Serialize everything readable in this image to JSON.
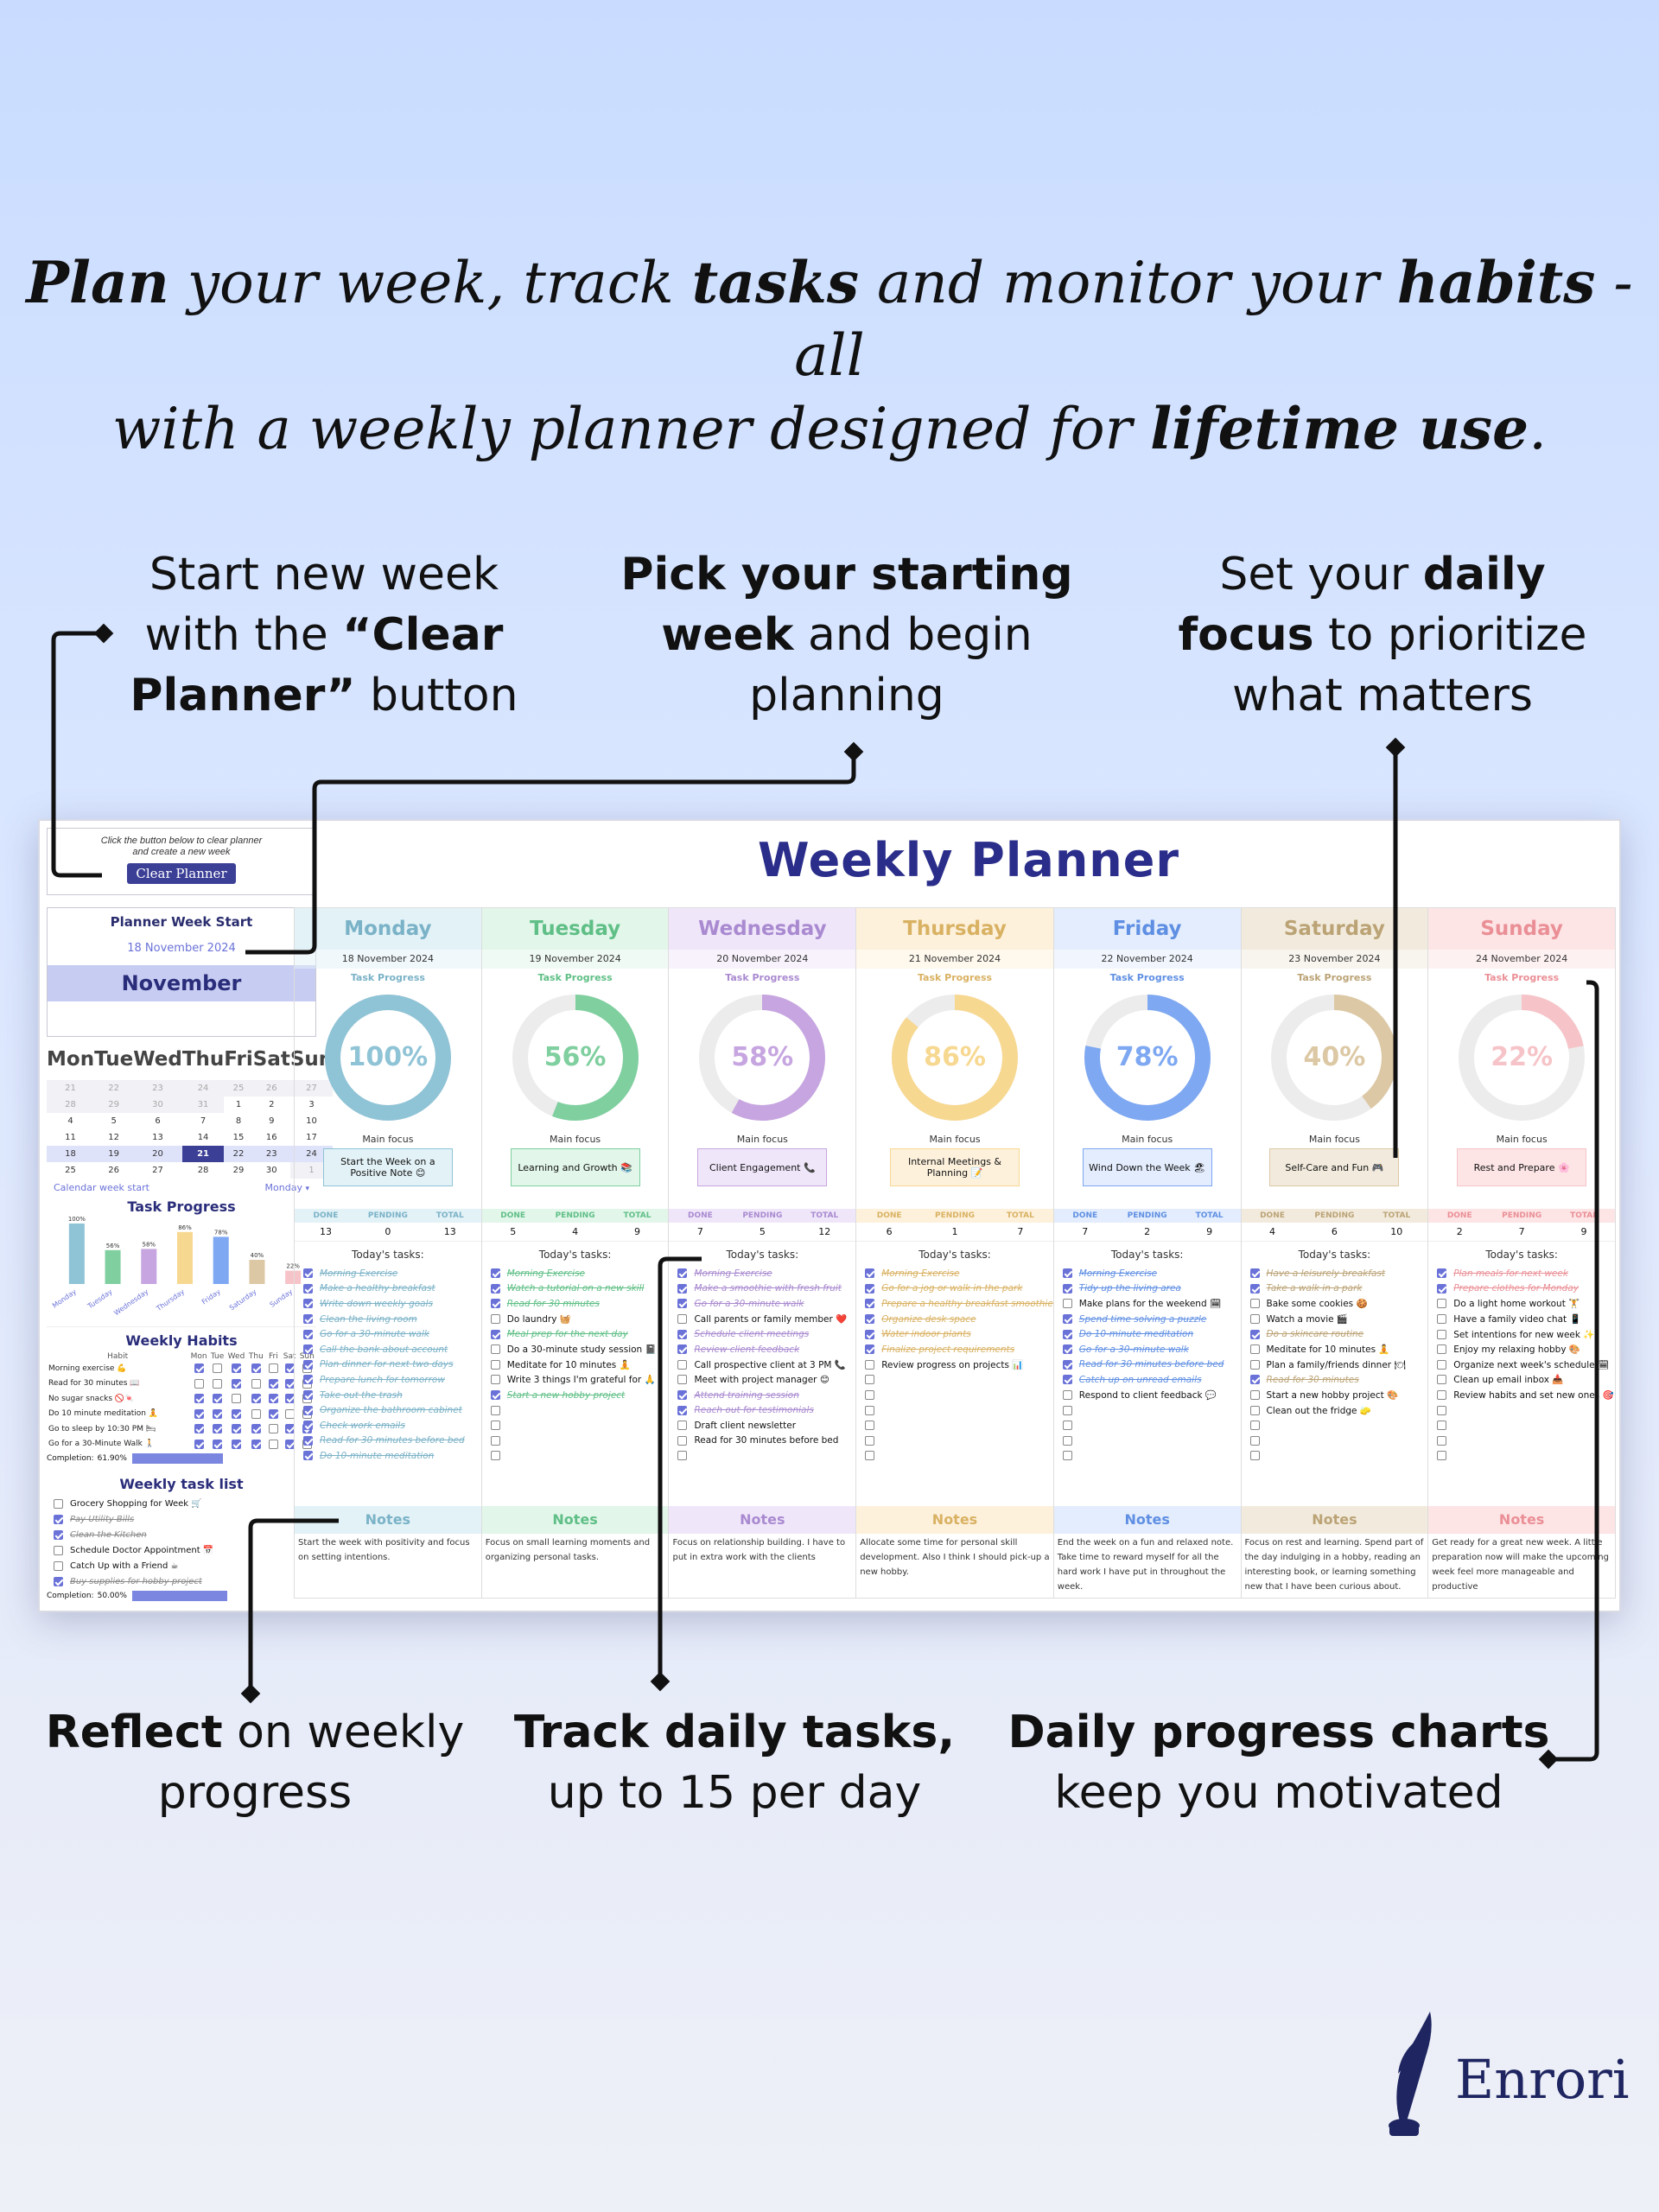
{
  "headline": {
    "line1": [
      {
        "t": "Plan",
        "b": true
      },
      {
        "t": " your week, track ",
        "b": false
      },
      {
        "t": "tasks",
        "b": true
      },
      {
        "t": " and monitor your ",
        "b": false
      },
      {
        "t": "habits",
        "b": true
      },
      {
        "t": " - all",
        "b": false
      }
    ],
    "line2": [
      {
        "t": "with a weekly planner designed for ",
        "b": false
      },
      {
        "t": "lifetime use",
        "b": true
      },
      {
        "t": ".",
        "b": false
      }
    ]
  },
  "callouts": {
    "clear": [
      [
        {
          "t": "Start new week",
          "b": false
        }
      ],
      [
        {
          "t": "with the ",
          "b": false
        },
        {
          "t": "“Clear",
          "b": true
        }
      ],
      [
        {
          "t": "Planner”",
          "b": true
        },
        {
          "t": " button",
          "b": false
        }
      ]
    ],
    "pick": [
      [
        {
          "t": "Pick your starting",
          "b": true
        }
      ],
      [
        {
          "t": "week",
          "b": true
        },
        {
          "t": " and begin",
          "b": false
        }
      ],
      [
        {
          "t": "planning",
          "b": false
        }
      ]
    ],
    "focus": [
      [
        {
          "t": "Set your ",
          "b": false
        },
        {
          "t": "daily",
          "b": true
        }
      ],
      [
        {
          "t": "focus",
          "b": true
        },
        {
          "t": " to prioritize",
          "b": false
        }
      ],
      [
        {
          "t": "what matters",
          "b": false
        }
      ]
    ],
    "reflect": [
      [
        {
          "t": "Reflect",
          "b": true
        },
        {
          "t": " on weekly",
          "b": false
        }
      ],
      [
        {
          "t": "progress",
          "b": false
        }
      ]
    ],
    "track": [
      [
        {
          "t": "Track daily tasks,",
          "b": true
        }
      ],
      [
        {
          "t": "up to 15 per day",
          "b": false
        }
      ]
    ],
    "charts": [
      [
        {
          "t": "Daily progress charts",
          "b": true
        }
      ],
      [
        {
          "t": "keep you motivated",
          "b": false
        }
      ]
    ]
  },
  "planner": {
    "title": "Weekly Planner",
    "clear_hint_1": "Click the button below to clear planner",
    "clear_hint_2": "and create a new week",
    "clear_button": "Clear Planner",
    "week_start_label": "Planner Week Start",
    "week_start_date": "18 November 2024",
    "month": "November",
    "cal_days": [
      "Mon",
      "Tue",
      "Wed",
      "Thu",
      "Fri",
      "Sat",
      "Sun"
    ],
    "cal_rows": [
      [
        "21",
        "22",
        "23",
        "24",
        "25",
        "26",
        "27"
      ],
      [
        "28",
        "29",
        "30",
        "31",
        "1",
        "2",
        "3"
      ],
      [
        "4",
        "5",
        "6",
        "7",
        "8",
        "9",
        "10"
      ],
      [
        "11",
        "12",
        "13",
        "14",
        "15",
        "16",
        "17"
      ],
      [
        "18",
        "19",
        "20",
        "21",
        "22",
        "23",
        "24"
      ],
      [
        "25",
        "26",
        "27",
        "28",
        "29",
        "30",
        "1"
      ]
    ],
    "cal_week_start_label": "Calendar week start",
    "cal_week_start_value": "Monday",
    "task_progress_label": "Task Progress",
    "habits_label": "Weekly Habits",
    "habit_col": "Habit",
    "habit_days": [
      "Mon",
      "Tue",
      "Wed",
      "Thu",
      "Fri",
      "Sat",
      "Sun"
    ],
    "habits": [
      {
        "name": "Morning exercise 💪",
        "v": [
          1,
          0,
          1,
          1,
          0,
          1,
          0
        ]
      },
      {
        "name": "Read for 30 minutes 📖",
        "v": [
          0,
          0,
          1,
          0,
          1,
          1,
          0
        ]
      },
      {
        "name": "No sugar snacks 🚫🍬",
        "v": [
          1,
          1,
          0,
          1,
          1,
          1,
          0
        ]
      },
      {
        "name": "Do 10 minute meditation 🧘",
        "v": [
          1,
          1,
          1,
          0,
          1,
          0,
          0
        ]
      },
      {
        "name": "Go to sleep by 10:30 PM 🛏",
        "v": [
          1,
          1,
          1,
          1,
          0,
          1,
          1
        ]
      },
      {
        "name": "Go for a 30-Minute Walk 🚶",
        "v": [
          1,
          1,
          1,
          1,
          0,
          1,
          0
        ]
      }
    ],
    "habits_completion_label": "Completion:",
    "habits_completion": "61.90%",
    "habits_completion_frac": 0.619,
    "weekly_tasks_label": "Weekly task list",
    "weekly_tasks": [
      {
        "t": "Grocery Shopping for Week 🛒",
        "d": false
      },
      {
        "t": "Pay Utility Bills",
        "d": true
      },
      {
        "t": "Clean the Kitchen",
        "d": true
      },
      {
        "t": "Schedule Doctor Appointment 📅",
        "d": false
      },
      {
        "t": "Catch Up with a Friend ☕",
        "d": false
      },
      {
        "t": "Buy supplies for hobby project",
        "d": true
      }
    ],
    "tasks_completion_label": "Completion:",
    "tasks_completion": "50.00%",
    "tasks_completion_frac": 0.5,
    "labels": {
      "task_progress": "Task Progress",
      "main_focus": "Main focus",
      "done": "DONE",
      "pending": "PENDING",
      "total": "TOTAL",
      "todays_tasks": "Today's tasks:",
      "notes": "Notes"
    },
    "days": [
      {
        "name": "Monday",
        "date": "18 November 2024",
        "pct": "100%",
        "frac": 1.0,
        "color": "#8fc3d6",
        "head_bg": "#e3f2f7",
        "text": "#7ab2c7",
        "focus": "Start the Week on a Positive Note 😊",
        "done": "13",
        "pending": "0",
        "total": "13",
        "tasks": [
          [
            "Morning Exercise",
            1
          ],
          [
            "Make a healthy breakfast",
            1
          ],
          [
            "Write down weekly goals",
            1
          ],
          [
            "Clean the living room",
            1
          ],
          [
            "Go for a 30-minute walk",
            1
          ],
          [
            "Call the bank about account",
            1
          ],
          [
            "Plan dinner for next two days",
            1
          ],
          [
            "Prepare lunch for tomorrow",
            1
          ],
          [
            "Take out the trash",
            1
          ],
          [
            "Organize the bathroom cabinet",
            1
          ],
          [
            "Check work emails",
            1
          ],
          [
            "Read for 30 minutes before bed",
            1
          ],
          [
            "Do 10-minute meditation",
            1
          ]
        ],
        "notes": "Start the week with positivity and focus on setting intentions."
      },
      {
        "name": "Tuesday",
        "date": "19 November 2024",
        "pct": "56%",
        "frac": 0.56,
        "color": "#7fcf9f",
        "head_bg": "#e2f6ea",
        "text": "#5fbf86",
        "focus": "Learning and Growth 📚",
        "done": "5",
        "pending": "4",
        "total": "9",
        "tasks": [
          [
            "Morning Exercise",
            1
          ],
          [
            "Watch a tutorial on a new skill",
            1
          ],
          [
            "Read for 30 minutes",
            1
          ],
          [
            "Do laundry 🧺",
            0
          ],
          [
            "Meal prep for the next day",
            1
          ],
          [
            "Do a 30-minute study session 📓",
            0
          ],
          [
            "Meditate for 10 minutes 🧘",
            0
          ],
          [
            "Write 3 things I'm grateful for 🙏",
            0
          ],
          [
            "Start a new hobby project",
            1
          ]
        ],
        "notes": "Focus on small learning moments and organizing personal tasks."
      },
      {
        "name": "Wednesday",
        "date": "20 November 2024",
        "pct": "58%",
        "frac": 0.58,
        "color": "#c6a5e0",
        "head_bg": "#f0e6fa",
        "text": "#a98ad0",
        "focus": "Client Engagement 📞",
        "done": "7",
        "pending": "5",
        "total": "12",
        "tasks": [
          [
            "Morning Exercise",
            1
          ],
          [
            "Make a smoothie with fresh fruit",
            1
          ],
          [
            "Go for a 30-minute walk",
            1
          ],
          [
            "Call parents or family member ❤️",
            0
          ],
          [
            "Schedule client meetings",
            1
          ],
          [
            "Review client feedback",
            1
          ],
          [
            "Call prospective client at 3 PM 📞",
            0
          ],
          [
            "Meet with project manager 😊",
            0
          ],
          [
            "Attend training session",
            1
          ],
          [
            "Reach out for testimonials",
            1
          ],
          [
            "Draft client newsletter",
            0
          ],
          [
            "Read for 30 minutes before bed",
            0
          ]
        ],
        "notes": "Focus on relationship building. I have to put in extra work with the clients"
      },
      {
        "name": "Thursday",
        "date": "21 November 2024",
        "pct": "86%",
        "frac": 0.86,
        "color": "#f7d891",
        "head_bg": "#fdf1dc",
        "text": "#d9b162",
        "focus": "Internal Meetings & Planning 📝",
        "done": "6",
        "pending": "1",
        "total": "7",
        "tasks": [
          [
            "Morning Exercise",
            1
          ],
          [
            "Go for a jog or walk in the park",
            1
          ],
          [
            "Prepare a healthy breakfast smoothie",
            1
          ],
          [
            "Organize desk space",
            1
          ],
          [
            "Water indoor plants",
            1
          ],
          [
            "Finalize project requirements",
            1
          ],
          [
            "Review progress on projects 📊",
            0
          ]
        ],
        "notes": "Allocate some time for personal skill development. Also I think I should pick-up a new hobby."
      },
      {
        "name": "Friday",
        "date": "22 November 2024",
        "pct": "78%",
        "frac": 0.78,
        "color": "#7ea8f2",
        "head_bg": "#e3edfd",
        "text": "#5f8fe3",
        "focus": "Wind Down the Week 🏖",
        "done": "7",
        "pending": "2",
        "total": "9",
        "tasks": [
          [
            "Morning Exercise",
            1
          ],
          [
            "Tidy up the living area",
            1
          ],
          [
            "Make plans for the weekend 🗓",
            0
          ],
          [
            "Spend time solving a puzzle",
            1
          ],
          [
            "Do 10-minute meditation",
            1
          ],
          [
            "Go for a 30-minute walk",
            1
          ],
          [
            "Read for 30 minutes before bed",
            1
          ],
          [
            "Catch up on unread emails",
            1
          ],
          [
            "Respond to client feedback 💬",
            0
          ]
        ],
        "notes": "End the week on a fun and relaxed note. Take time to reward myself for all the hard work I have put in throughout the week."
      },
      {
        "name": "Saturday",
        "date": "23 November 2024",
        "pct": "40%",
        "frac": 0.4,
        "color": "#dcc8a4",
        "head_bg": "#f2ebdd",
        "text": "#bba376",
        "focus": "Self-Care and Fun 🎮",
        "done": "4",
        "pending": "6",
        "total": "10",
        "tasks": [
          [
            "Have a leisurely breakfast",
            1
          ],
          [
            "Take a walk in a park",
            1
          ],
          [
            "Bake some cookies 🍪",
            0
          ],
          [
            "Watch a movie 🎬",
            0
          ],
          [
            "Do a skincare routine",
            1
          ],
          [
            "Meditate for 10 minutes 🧘",
            0
          ],
          [
            "Plan a family/friends dinner 🍽",
            0
          ],
          [
            "Read for 30 minutes",
            1
          ],
          [
            "Start a new hobby project 🎨",
            0
          ],
          [
            "Clean out the fridge 🧽",
            0
          ]
        ],
        "notes": "Focus on rest and learning. Spend part of the day indulging in a hobby, reading an interesting book, or learning something new that I have been curious about."
      },
      {
        "name": "Sunday",
        "date": "24 November 2024",
        "pct": "22%",
        "frac": 0.22,
        "color": "#f6c4c8",
        "head_bg": "#fde4e5",
        "text": "#ea8f96",
        "focus": "Rest and Prepare 🌸",
        "done": "2",
        "pending": "7",
        "total": "9",
        "tasks": [
          [
            "Plan meals for next week",
            1
          ],
          [
            "Prepare clothes for Monday",
            1
          ],
          [
            "Do a light home workout 🏋",
            0
          ],
          [
            "Have a family video chat 📱",
            0
          ],
          [
            "Set intentions for new week ✨",
            0
          ],
          [
            "Enjoy my relaxing hobby 🎨",
            0
          ],
          [
            "Organize next week's schedule 🗓",
            0
          ],
          [
            "Clean up email inbox 📥",
            0
          ],
          [
            "Review habits and set new ones 🎯",
            0
          ]
        ],
        "notes": "Get ready for a great new week. A little preparation now will make the upcoming week feel more manageable and productive"
      }
    ]
  },
  "chart_data": {
    "type": "bar",
    "categories": [
      "Monday",
      "Tuesday",
      "Wednesday",
      "Thursday",
      "Friday",
      "Saturday",
      "Sunday"
    ],
    "values": [
      100,
      56,
      58,
      86,
      78,
      40,
      22
    ],
    "title": "Task Progress",
    "ylim": [
      0,
      100
    ],
    "colors": [
      "#8fc3d6",
      "#7fcf9f",
      "#c6a5e0",
      "#f7d891",
      "#7ea8f2",
      "#dcc8a4",
      "#f6c4c8"
    ]
  },
  "brand": {
    "name": "Enrori",
    "color": "#1e2560"
  }
}
